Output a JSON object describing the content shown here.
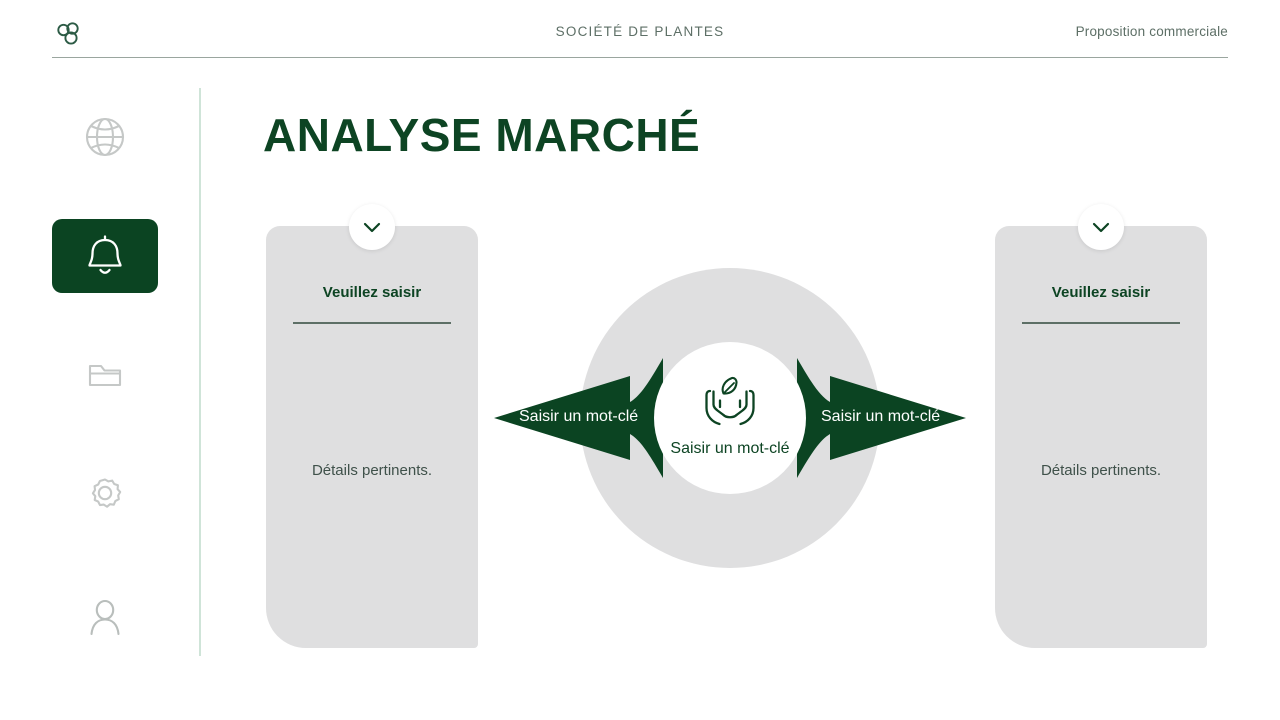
{
  "header": {
    "logo_icon": "trefoil-circles-logo",
    "center_title": "SOCIÉTÉ DE PLANTES",
    "right_label": "Proposition commerciale"
  },
  "sidebar": {
    "items": [
      {
        "icon": "globe-icon",
        "name": "globe",
        "active": false
      },
      {
        "icon": "bell-icon",
        "name": "notifications",
        "active": true
      },
      {
        "icon": "folder-icon",
        "name": "files",
        "active": false
      },
      {
        "icon": "gear-icon",
        "name": "settings",
        "active": false
      },
      {
        "icon": "user-icon",
        "name": "account",
        "active": false
      }
    ]
  },
  "main": {
    "title": "ANALYSE MARCHÉ",
    "cards": [
      {
        "heading": "Veuillez saisir",
        "body": "Détails pertinents.",
        "badge_icon": "chevron-down-icon"
      },
      {
        "heading": "Veuillez saisir",
        "body": "Détails pertinents.",
        "badge_icon": "chevron-down-icon"
      }
    ],
    "center": {
      "icon": "hands-holding-leaf-icon",
      "label": "Saisir un mot-clé",
      "arrow_left_label": "Saisir un mot-clé",
      "arrow_right_label": "Saisir un mot-clé"
    }
  },
  "colors": {
    "brand_green": "#0d4423",
    "muted_text": "#5d6f66",
    "card_gray": "#dfdfe0",
    "divider_green": "#cfe4d8"
  }
}
